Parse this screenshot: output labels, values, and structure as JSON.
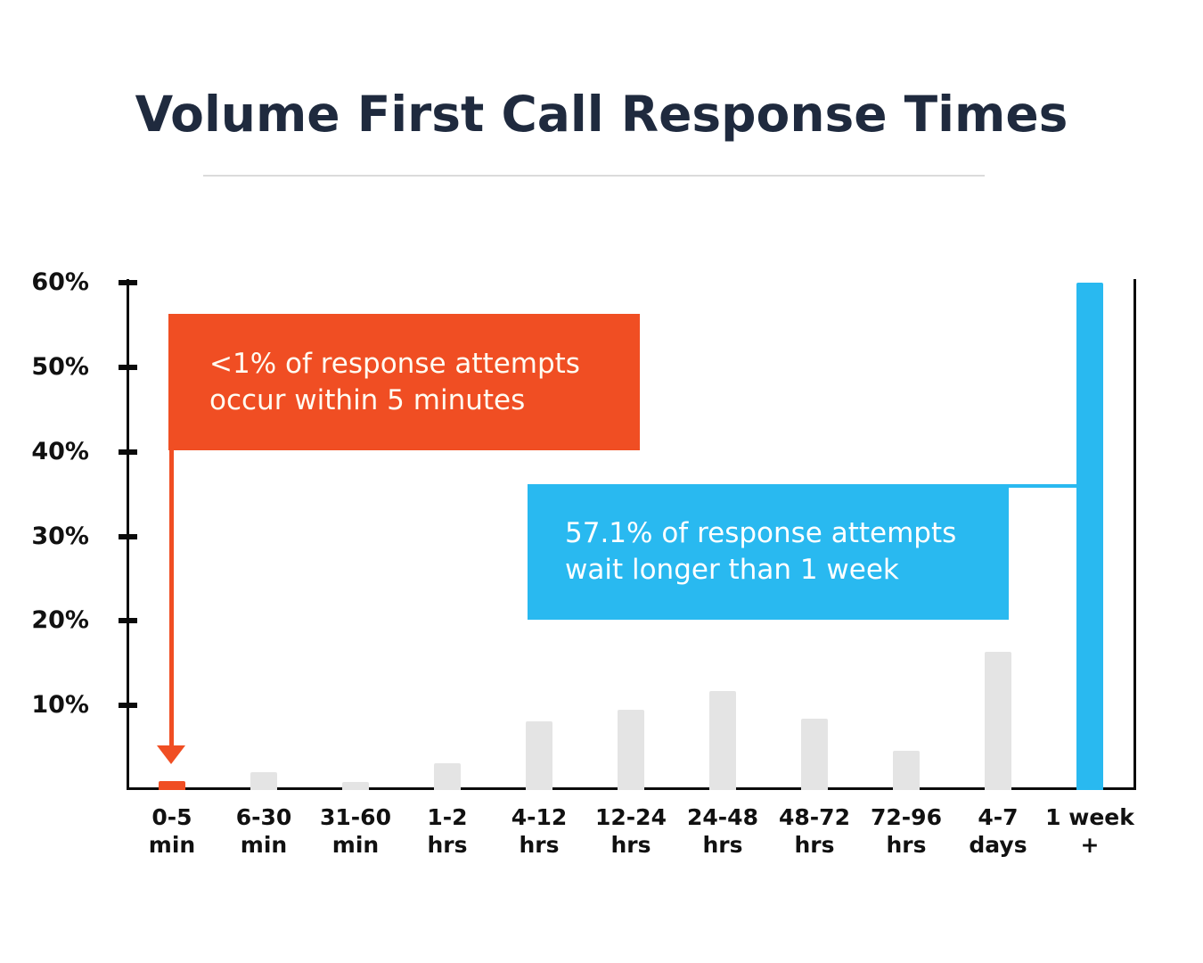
{
  "page": {
    "background": "#ffffff"
  },
  "header": {
    "title": "Volume First Call Response Times",
    "title_color": "#1f2a3e"
  },
  "theme": {
    "orange": "#F04E23",
    "orange_text": "#FFFCF2",
    "blue": "#29B9F0",
    "bar_gray": "#E4E4E4",
    "axis_color": "#0b0b0b",
    "label_color": "#111111",
    "divider_color": "#dbdbdb"
  },
  "annotations": {
    "orange": {
      "line1": "<1% of response attempts",
      "line2": "occur within 5 minutes"
    },
    "blue": {
      "line1": "57.1% of response attempts",
      "line2": "wait longer than 1 week"
    }
  },
  "chart_data": {
    "type": "bar",
    "title": "Volume First Call Response Times",
    "xlabel": "",
    "ylabel": "",
    "ylim": [
      0,
      60
    ],
    "grid": false,
    "legend": null,
    "y_tick_labels_ascending": [
      "10%",
      "20%",
      "30%",
      "40%",
      "50%",
      "60%"
    ],
    "categories": [
      "0-5 min",
      "6-30 min",
      "31-60 min",
      "1-2 hrs",
      "4-12 hrs",
      "12-24 hrs",
      "24-48 hrs",
      "48-72 hrs",
      "72-96 hrs",
      "4-7 days",
      "1 week +"
    ],
    "category_lines": [
      [
        "0-5",
        "min"
      ],
      [
        "6-30",
        "min"
      ],
      [
        "31-60",
        "min"
      ],
      [
        "1-2",
        "hrs"
      ],
      [
        "4-12",
        "hrs"
      ],
      [
        "12-24",
        "hrs"
      ],
      [
        "24-48",
        "hrs"
      ],
      [
        "48-72",
        "hrs"
      ],
      [
        "72-96",
        "hrs"
      ],
      [
        "4-7",
        "days"
      ],
      [
        "1 week +"
      ]
    ],
    "values": [
      1,
      2.1,
      1,
      3.2,
      8.1,
      9.5,
      11.7,
      8.4,
      4.6,
      16.3,
      57.1
    ],
    "drawn_values": [
      1.1,
      2.1,
      1,
      3.2,
      8.1,
      9.5,
      11.7,
      8.4,
      4.6,
      16.3,
      60
    ],
    "bar_colors": {
      "default": "#E4E4E4",
      "first": "#F04E23",
      "last": "#29B9F0"
    },
    "annotation_notes": [
      {
        "target_category": "0-5 min",
        "text": "<1% of response attempts occur within 5 minutes",
        "color": "#F04E23"
      },
      {
        "target_category": "1 week +",
        "text": "57.1% of response attempts wait longer than 1 week",
        "color": "#29B9F0"
      }
    ]
  }
}
